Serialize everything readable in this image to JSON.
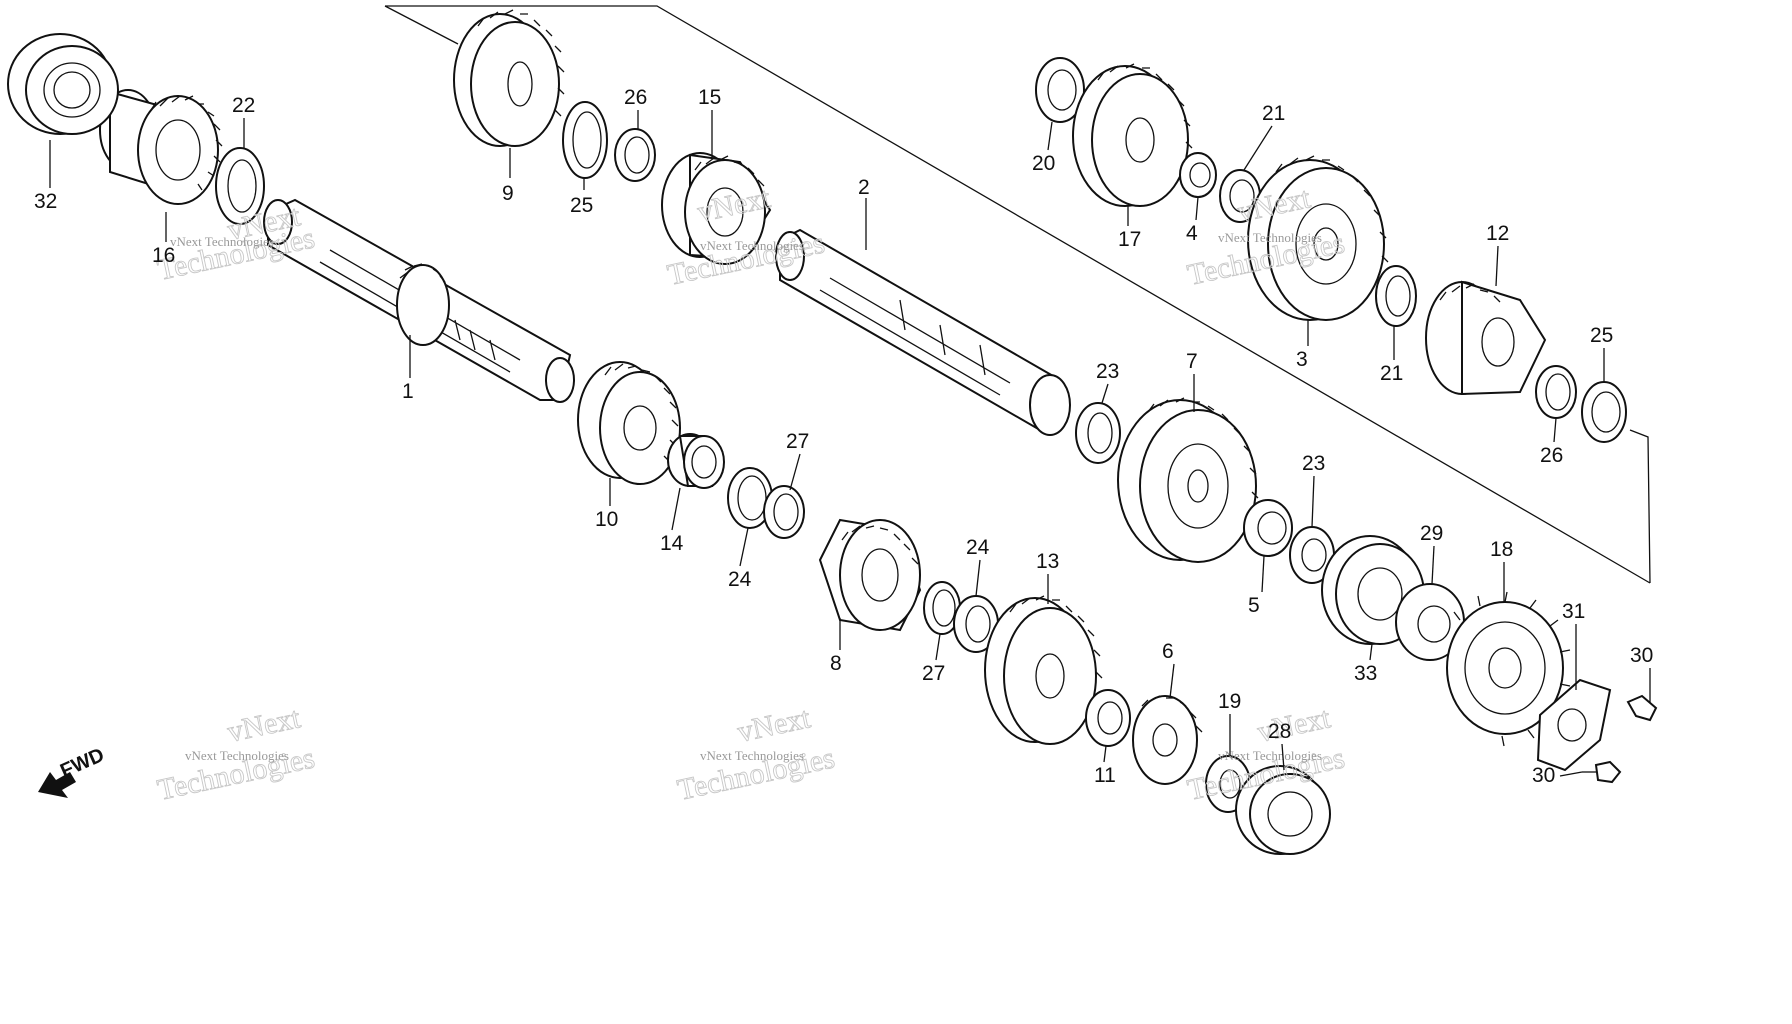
{
  "diagram": {
    "fwd_label": "FWD",
    "watermarks": [
      {
        "small": "vNext Technologies",
        "big": "Technologies",
        "big_top": "vNext"
      }
    ]
  },
  "parts": [
    {
      "id": "p1",
      "label": "1",
      "kind": "shaft"
    },
    {
      "id": "p2",
      "label": "2",
      "kind": "shaft"
    },
    {
      "id": "p3",
      "label": "3",
      "kind": "gear"
    },
    {
      "id": "p4",
      "label": "4",
      "kind": "bushing"
    },
    {
      "id": "p5",
      "label": "5",
      "kind": "bushing"
    },
    {
      "id": "p6",
      "label": "6",
      "kind": "gear"
    },
    {
      "id": "p7",
      "label": "7",
      "kind": "gear"
    },
    {
      "id": "p8",
      "label": "8",
      "kind": "gear"
    },
    {
      "id": "p9",
      "label": "9",
      "kind": "gear"
    },
    {
      "id": "p10",
      "label": "10",
      "kind": "gear"
    },
    {
      "id": "p11",
      "label": "11",
      "kind": "bushing"
    },
    {
      "id": "p12",
      "label": "12",
      "kind": "gear"
    },
    {
      "id": "p13",
      "label": "13",
      "kind": "gear"
    },
    {
      "id": "p14",
      "label": "14",
      "kind": "bushing"
    },
    {
      "id": "p15",
      "label": "15",
      "kind": "gear"
    },
    {
      "id": "p16",
      "label": "16",
      "kind": "gear"
    },
    {
      "id": "p17",
      "label": "17",
      "kind": "gear"
    },
    {
      "id": "p18",
      "label": "18",
      "kind": "sprocket"
    },
    {
      "id": "p19",
      "label": "19",
      "kind": "washer"
    },
    {
      "id": "p20",
      "label": "20",
      "kind": "washer"
    },
    {
      "id": "p21a",
      "label": "21",
      "kind": "washer"
    },
    {
      "id": "p21b",
      "label": "21",
      "kind": "washer"
    },
    {
      "id": "p22",
      "label": "22",
      "kind": "washer"
    },
    {
      "id": "p23a",
      "label": "23",
      "kind": "washer"
    },
    {
      "id": "p23b",
      "label": "23",
      "kind": "washer"
    },
    {
      "id": "p24a",
      "label": "24",
      "kind": "washer"
    },
    {
      "id": "p24b",
      "label": "24",
      "kind": "washer"
    },
    {
      "id": "p25a",
      "label": "25",
      "kind": "clip"
    },
    {
      "id": "p25b",
      "label": "25",
      "kind": "clip"
    },
    {
      "id": "p26a",
      "label": "26",
      "kind": "clip"
    },
    {
      "id": "p26b",
      "label": "26",
      "kind": "clip"
    },
    {
      "id": "p27a",
      "label": "27",
      "kind": "clip"
    },
    {
      "id": "p27b",
      "label": "27",
      "kind": "clip"
    },
    {
      "id": "p28",
      "label": "28",
      "kind": "bearing"
    },
    {
      "id": "p29",
      "label": "29",
      "kind": "seal"
    },
    {
      "id": "p30a",
      "label": "30",
      "kind": "bolt"
    },
    {
      "id": "p30b",
      "label": "30",
      "kind": "bolt"
    },
    {
      "id": "p31",
      "label": "31",
      "kind": "plate"
    },
    {
      "id": "p32",
      "label": "32",
      "kind": "bearing"
    },
    {
      "id": "p33",
      "label": "33",
      "kind": "bearing"
    }
  ]
}
